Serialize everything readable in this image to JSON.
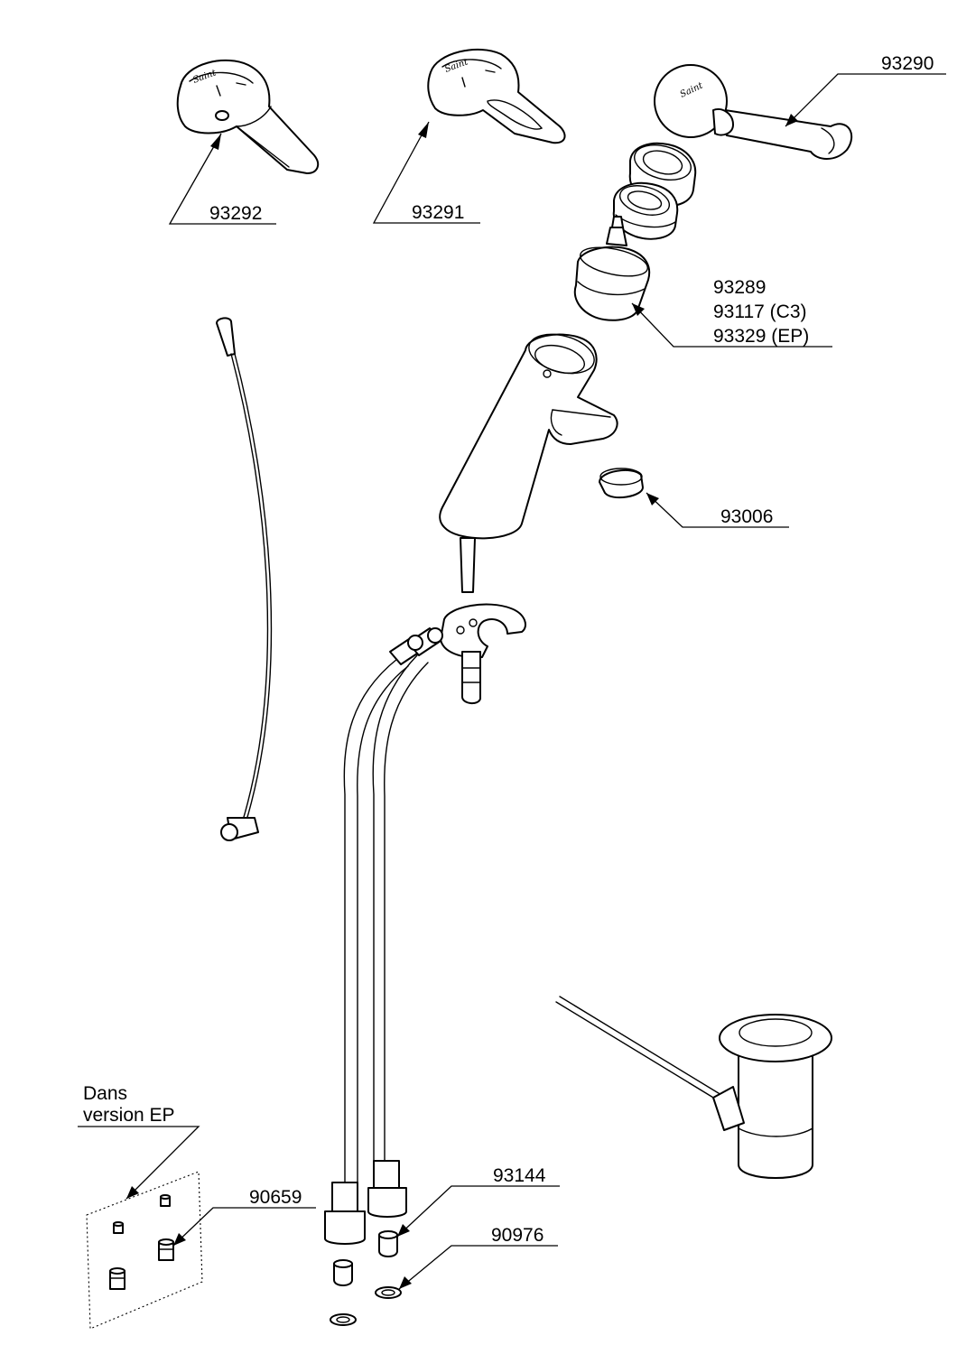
{
  "labels": {
    "p93292": "93292",
    "p93291": "93291",
    "p93290": "93290",
    "p93289": "93289",
    "p93117": "93117 (C3)",
    "p93329": "93329 (EP)",
    "p93006": "93006",
    "p93144": "93144",
    "p90659": "90659",
    "p90976": "90976",
    "ep_line1": "Dans",
    "ep_line2": "version EP"
  },
  "brand_mark": "Saint",
  "colors": {
    "line": "#000000",
    "background": "#ffffff"
  }
}
